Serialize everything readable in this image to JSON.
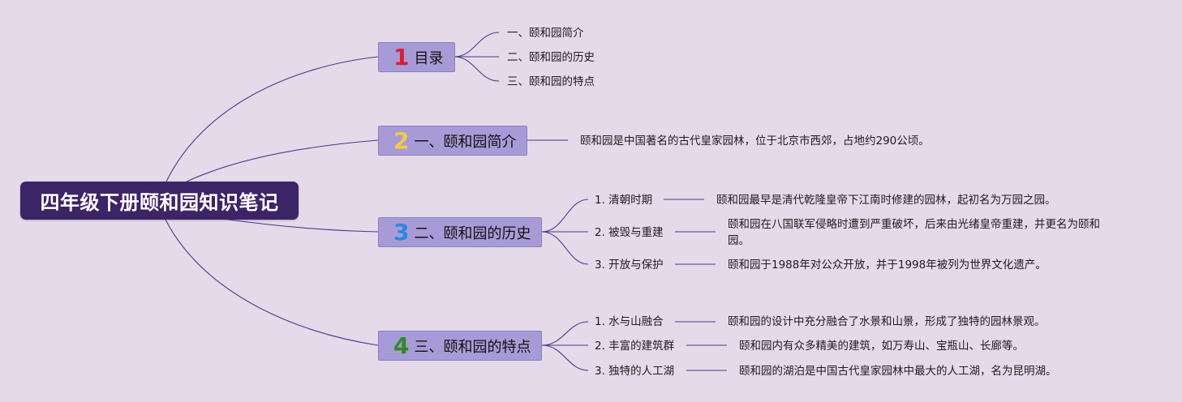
{
  "root": {
    "title": "四年级下册颐和园知识笔记"
  },
  "colors": {
    "background": "#e4daea",
    "root_fill": "#3d2466",
    "branch_fill": "#a79bd7",
    "line": "#4a3a8a",
    "num1": "#d81e3c",
    "num2": "#f3c94a",
    "num3": "#2e86e0",
    "num4": "#2f8a24"
  },
  "branches": [
    {
      "num": "1",
      "label": "目录",
      "children": [
        {
          "label": "一、颐和园简介"
        },
        {
          "label": "二、颐和园的历史"
        },
        {
          "label": "三、颐和园的特点"
        }
      ]
    },
    {
      "num": "2",
      "label": "一、颐和园简介",
      "detail": "颐和园是中国著名的古代皇家园林，位于北京市西郊，占地约290公顷。"
    },
    {
      "num": "3",
      "label": "二、颐和园的历史",
      "children": [
        {
          "label": "1. 清朝时期",
          "detail": "颐和园最早是清代乾隆皇帝下江南时修建的园林，起初名为万园之园。"
        },
        {
          "label": "2. 被毁与重建",
          "detail": "颐和园在八国联军侵略时遭到严重破坏，后来由光绪皇帝重建，并更名为颐和园。"
        },
        {
          "label": "3. 开放与保护",
          "detail": "颐和园于1988年对公众开放，并于1998年被列为世界文化遗产。"
        }
      ]
    },
    {
      "num": "4",
      "label": "三、颐和园的特点",
      "children": [
        {
          "label": "1. 水与山融合",
          "detail": "颐和园的设计中充分融合了水景和山景，形成了独特的园林景观。"
        },
        {
          "label": "2. 丰富的建筑群",
          "detail": "颐和园内有众多精美的建筑，如万寿山、宝瓶山、长廊等。"
        },
        {
          "label": "3. 独特的人工湖",
          "detail": "颐和园的湖泊是中国古代皇家园林中最大的人工湖，名为昆明湖。"
        }
      ]
    }
  ]
}
